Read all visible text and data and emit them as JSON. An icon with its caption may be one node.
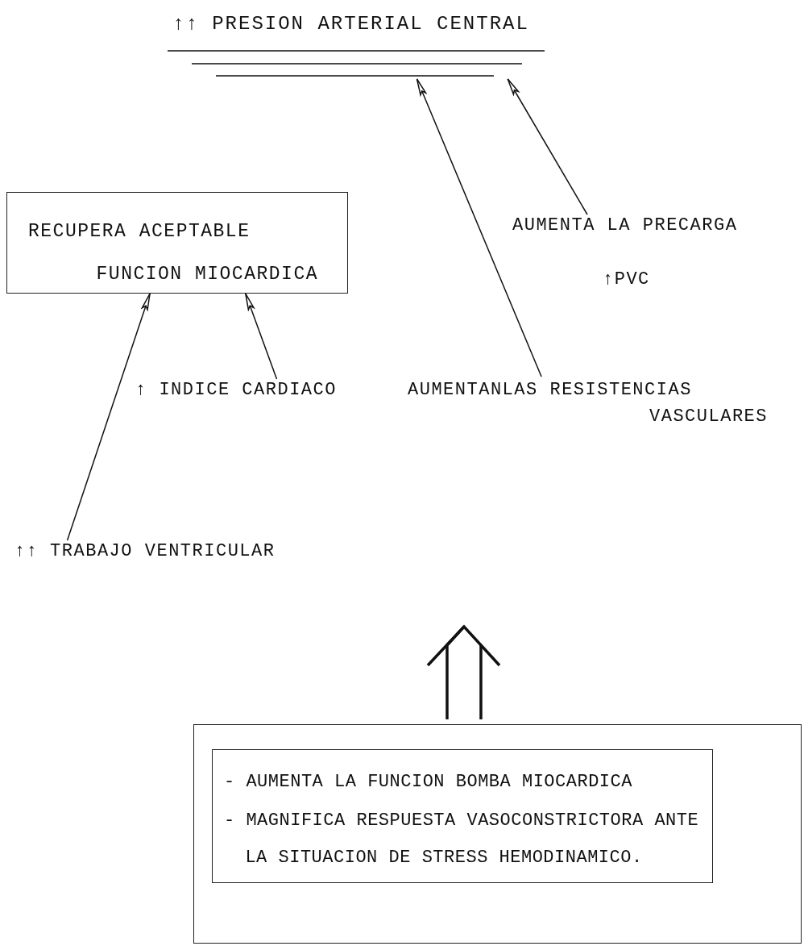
{
  "diagram": {
    "nodes": [
      {
        "text": [
          "↑↑ PRESION ARTERIAL CENTRAL"
        ]
      },
      {
        "text": [
          "RECUPERA ACEPTABLE FUNCION MIOCARDICA"
        ]
      },
      {
        "text": [
          "AUMENTA LA PRECARGA"
        ],
        "beside": [
          "↑PVC"
        ]
      },
      {
        "text": [
          "AUMENTANLAS RESISTENCIAS VASCULARES"
        ]
      },
      {
        "text": [
          "↑ INDICE CARDIACO"
        ]
      },
      {
        "text": [
          "↑↑ TRABAJO VENTRICULAR"
        ]
      },
      {
        "text": [],
        "shape": "box"
      },
      {
        "text": [
          "- AUMENTA LA FUNCION BOMBA MIOCARDICA",
          "- MAGNIFICA RESPUESTA VASOCONSTRICTORA ANTE LA SITUACION DE STRESS HEMODINAMICO."
        ],
        "in": 6
      }
    ],
    "edges": [
      {
        "from": 2,
        "to": 0,
        "arrow": "to"
      },
      {
        "from": 3,
        "to": 0,
        "arrow": "to"
      },
      {
        "from": 5,
        "to": 1,
        "arrow": "to"
      },
      {
        "from": 4,
        "to": 1,
        "arrow": "to"
      },
      {
        "from": 6,
        "to": null,
        "arrow": "to",
        "style": "thick"
      }
    ]
  }
}
